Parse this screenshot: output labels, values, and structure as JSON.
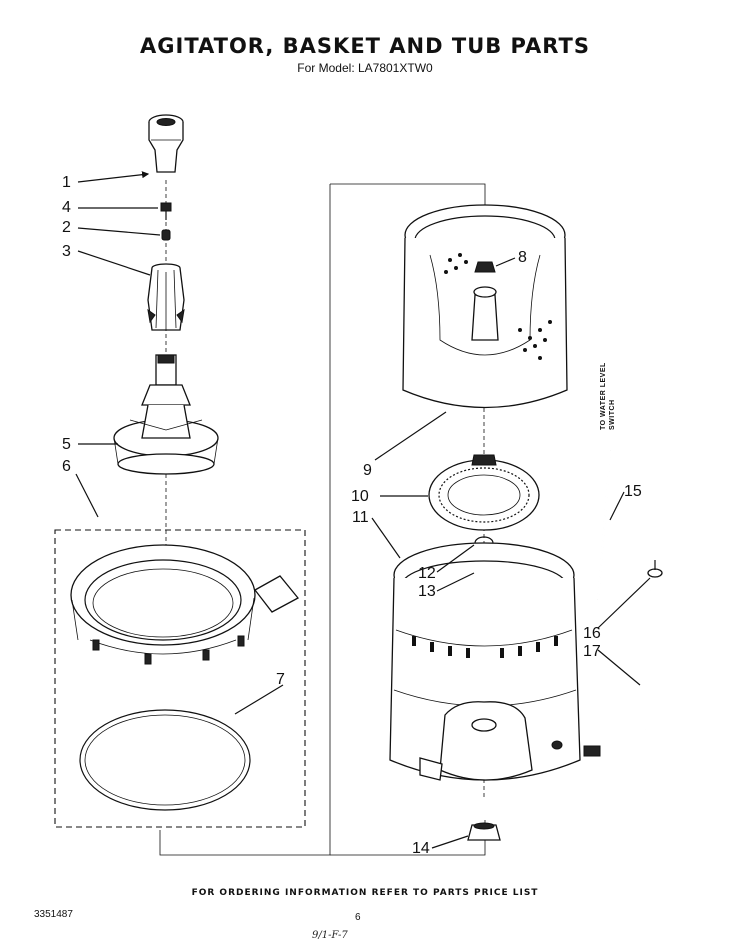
{
  "title": "AGITATOR, BASKET AND TUB PARTS",
  "subtitle": "For Model: LA7801XTW0",
  "side_label": {
    "line1": "TO WATER LEVEL",
    "line2": "SWITCH"
  },
  "callouts": [
    "1",
    "2",
    "3",
    "4",
    "5",
    "6",
    "7",
    "8",
    "9",
    "10",
    "11",
    "12",
    "13",
    "14",
    "15",
    "16",
    "17"
  ],
  "footer": "FOR ORDERING INFORMATION REFER TO PARTS PRICE LIST",
  "doc_number": "3351487",
  "page_number": "6",
  "handwritten": "9/1-F-7"
}
